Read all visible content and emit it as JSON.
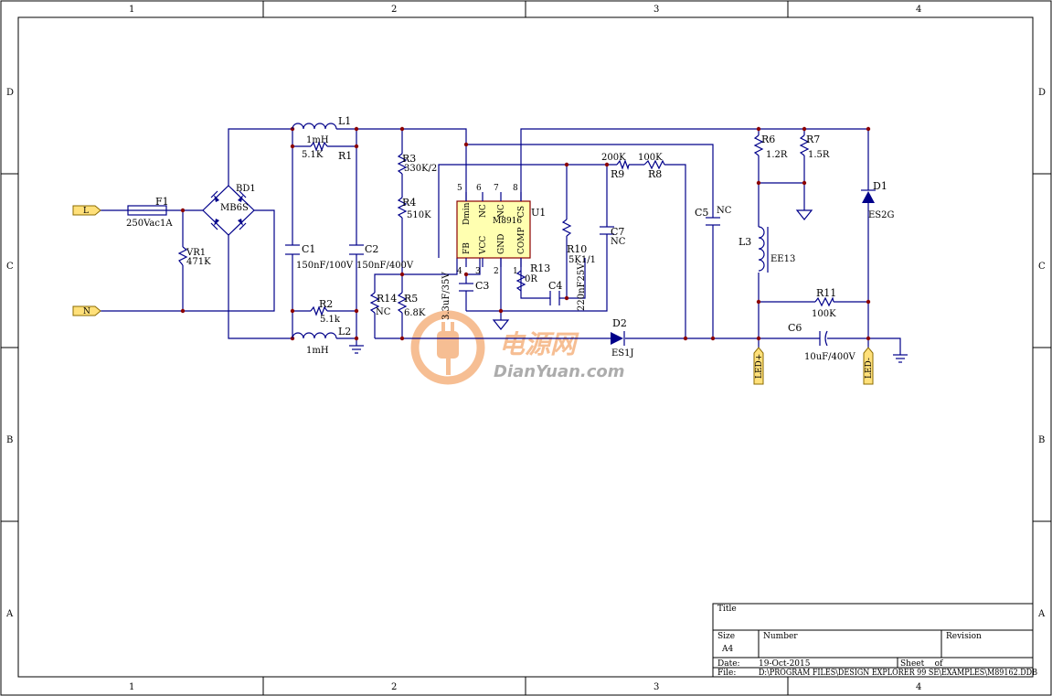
{
  "frame": {
    "columns": [
      "1",
      "2",
      "3",
      "4"
    ],
    "rows": [
      "D",
      "C",
      "B",
      "A"
    ]
  },
  "ports": {
    "line": "L",
    "neutral": "N",
    "led_plus": "LED+",
    "led_minus": "LED-"
  },
  "components": {
    "F1": {
      "ref": "F1",
      "value": "250Vac1A"
    },
    "VR1": {
      "ref": "VR1",
      "value": "471K"
    },
    "BD1": {
      "ref": "BD1",
      "value": "MB6S"
    },
    "L1": {
      "ref": "L1",
      "value": "1mH"
    },
    "L2": {
      "ref": "L2",
      "value": "1mH"
    },
    "R1": {
      "ref": "R1",
      "value": "5.1K"
    },
    "R2": {
      "ref": "R2",
      "value": "5.1k"
    },
    "C1": {
      "ref": "C1",
      "value": "150nF/100V"
    },
    "C2": {
      "ref": "C2",
      "value": "150nF/400V"
    },
    "R3": {
      "ref": "R3",
      "value": "330K/2"
    },
    "R4": {
      "ref": "R4",
      "value": "510K"
    },
    "R5": {
      "ref": "R5",
      "value": "6.8K"
    },
    "R14": {
      "ref": "R14",
      "value": "NC"
    },
    "C3": {
      "ref": "C3",
      "value": "3.3uF/35V"
    },
    "U1": {
      "ref": "U1",
      "value": "M8916",
      "pins": [
        "5",
        "6",
        "7",
        "8",
        "4",
        "3",
        "2",
        "1"
      ],
      "pin_names": [
        "Dmin",
        "NC",
        "NC",
        "CS",
        "FB",
        "VCC",
        "GND",
        "COMP"
      ]
    },
    "R13": {
      "ref": "R13",
      "value": "0R"
    },
    "C4": {
      "ref": "C4",
      "value": "220nF25V"
    },
    "R10": {
      "ref": "R10",
      "value": "5K1/1"
    },
    "C7": {
      "ref": "C7",
      "value": "NC"
    },
    "R9": {
      "ref": "R9",
      "value": "200K"
    },
    "R8": {
      "ref": "R8",
      "value": "100K"
    },
    "C5": {
      "ref": "C5",
      "value": "NC"
    },
    "D2": {
      "ref": "D2",
      "value": "ES1J"
    },
    "R6": {
      "ref": "R6",
      "value": "1.2R"
    },
    "R7": {
      "ref": "R7",
      "value": "1.5R"
    },
    "L3": {
      "ref": "L3",
      "value": "EE13"
    },
    "D1": {
      "ref": "D1",
      "value": "ES2G"
    },
    "R11": {
      "ref": "R11",
      "value": "100K"
    },
    "C6": {
      "ref": "C6",
      "value": "10uF/400V"
    }
  },
  "watermark": {
    "cn": "电源网",
    "en": "DianYuan.com"
  },
  "title_block": {
    "title_label": "Title",
    "size_label": "Size",
    "size_value": "A4",
    "number_label": "Number",
    "revision_label": "Revision",
    "date_label": "Date:",
    "date_value": "19-Oct-2015",
    "sheet_label": "Sheet    of",
    "file_label": "File:",
    "file_value": "D:\\PROGRAM FILES\\DESIGN EXPLORER 99 SE\\EXAMPLES\\M89162.DDB"
  },
  "colors": {
    "wire": "#00008a",
    "junction": "#8b0000",
    "ic_fill": "#ffffb0",
    "port_fill": "#ffe07a",
    "watermark": "#f08a3c"
  }
}
